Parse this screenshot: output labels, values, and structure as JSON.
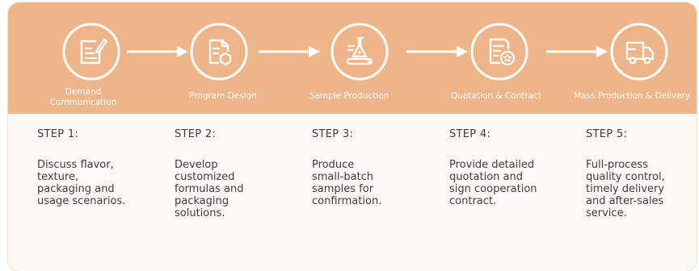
{
  "process": {
    "steps": [
      {
        "icon": "edit-document-icon",
        "title": "Demand\nCommunication",
        "label": "STEP 1:",
        "description": "Discuss flavor,\ntexture,\npackaging and\nusage scenarios."
      },
      {
        "icon": "hexagon-document-icon",
        "title": "Program Design",
        "label": "STEP 2:",
        "description": "Develop\ncustomized\nformulas and\npackaging\nsolutions."
      },
      {
        "icon": "flask-conveyor-icon",
        "title": "Sample Production",
        "label": "STEP 3:",
        "description": "Produce\nsmall-batch\nsamples for\nconfirmation."
      },
      {
        "icon": "certificate-document-icon",
        "title": "Quotation & Contract",
        "label": "STEP 4:",
        "description": "Provide detailed\nquotation and\nsign cooperation\ncontract."
      },
      {
        "icon": "delivery-truck-icon",
        "title": "Mass Production & Delivery",
        "label": "STEP 5:",
        "description": "Full-process\nquality control,\ntimely delivery\nand after-sales\nservice."
      }
    ]
  },
  "colors": {
    "band": "#eeb48a",
    "card": "#fdf8f4",
    "text": "#3d3d3d",
    "icon": "#ffffff"
  }
}
